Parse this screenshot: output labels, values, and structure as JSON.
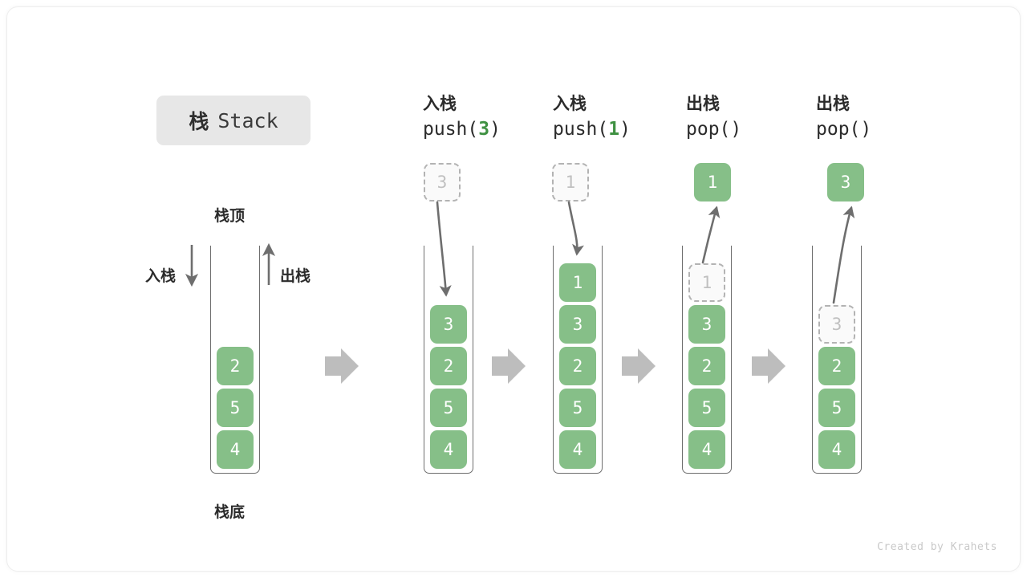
{
  "diagram": {
    "title_cn": "栈",
    "title_en": "Stack",
    "top_label": "栈顶",
    "bottom_label": "栈底",
    "push_label": "入栈",
    "pop_label": "出栈",
    "footer": "Created by Krahets",
    "colors": {
      "element": "#86bf88",
      "ghost_border": "#b3b3b3",
      "ghost_text": "#c0c0c0",
      "arrow": "#6e6e6e",
      "step_arrow": "#bdbdbd",
      "accent_number": "#3f9142",
      "badge_bg": "#e7e7e7"
    },
    "steps": [
      {
        "id": "initial",
        "header_line1": "",
        "header_line2": "",
        "op": "",
        "stack": [
          "2",
          "5",
          "4"
        ],
        "ghost": null,
        "popped": null
      },
      {
        "id": "push-3",
        "header_line1": "入栈",
        "header_line2_pre": "push(",
        "header_line2_num": "3",
        "header_line2_post": ")",
        "op": "push",
        "arg": "3",
        "stack": [
          "3",
          "2",
          "5",
          "4"
        ],
        "ghost_above": "3",
        "popped": null
      },
      {
        "id": "push-1",
        "header_line1": "入栈",
        "header_line2_pre": "push(",
        "header_line2_num": "1",
        "header_line2_post": ")",
        "op": "push",
        "arg": "1",
        "stack": [
          "1",
          "3",
          "2",
          "5",
          "4"
        ],
        "ghost_above": "1",
        "popped": null
      },
      {
        "id": "pop-1",
        "header_line1": "出栈",
        "header_line2_pre": "pop(",
        "header_line2_num": "",
        "header_line2_post": ")",
        "op": "pop",
        "stack": [
          "3",
          "2",
          "5",
          "4"
        ],
        "ghost_in_stack": "1",
        "popped": "1"
      },
      {
        "id": "pop-3",
        "header_line1": "出栈",
        "header_line2_pre": "pop(",
        "header_line2_num": "",
        "header_line2_post": ")",
        "op": "pop",
        "stack": [
          "2",
          "5",
          "4"
        ],
        "ghost_in_stack": "3",
        "popped": "3"
      }
    ],
    "step_arrows": 4
  }
}
